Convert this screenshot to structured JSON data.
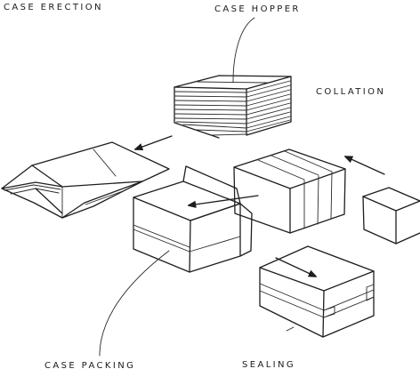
{
  "labels": {
    "case_erection": "CASE ERECTION",
    "case_hopper": "CASE HOPPER",
    "collation": "COLLATION",
    "case_packing": "CASE PACKING",
    "sealing": "SEALING"
  },
  "colors": {
    "ink": "#1e1e1e",
    "paper": "#ffffff"
  }
}
